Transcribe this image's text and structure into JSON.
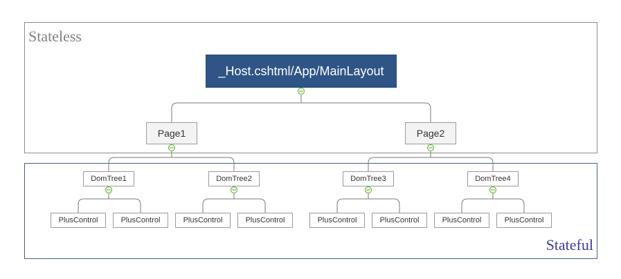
{
  "regions": {
    "stateless_label": "Stateless",
    "stateful_label": "Stateful"
  },
  "tree": {
    "root": "_Host.cshtml/App/MainLayout",
    "pages": [
      "Page1",
      "Page2"
    ],
    "dom_trees": [
      "DomTree1",
      "DomTree2",
      "DomTree3",
      "DomTree4"
    ],
    "controls": [
      "PlusControl",
      "PlusControl",
      "PlusControl",
      "PlusControl",
      "PlusControl",
      "PlusControl",
      "PlusControl",
      "PlusControl"
    ]
  },
  "colors": {
    "root_fill": "#2e5586",
    "connector": "#7a7a7a",
    "collapse_icon": "#6dbb3c",
    "stateful_border": "#4a5a8f",
    "stateful_text": "#3a3aa0",
    "stateless_text": "#808080"
  }
}
